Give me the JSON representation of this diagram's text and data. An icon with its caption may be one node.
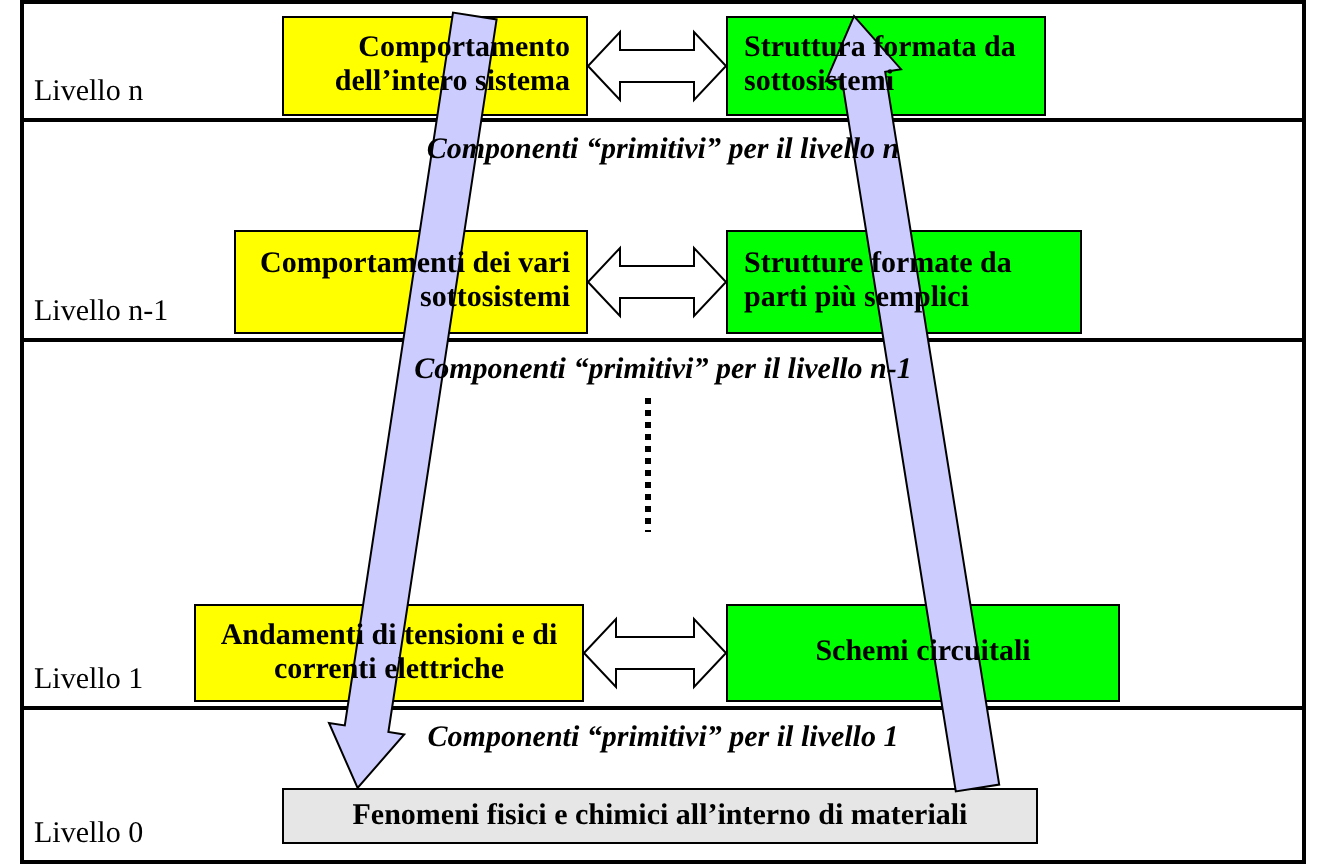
{
  "diagram": {
    "nodes": [
      {
        "text": [
          "Livello n"
        ]
      },
      {
        "text": [
          "Comportamento dell’intero sistema"
        ],
        "in": 0
      },
      {
        "text": [
          "Struttura formata da sottosistemi"
        ],
        "in": 0
      },
      {
        "text": [
          "Componenti “primitivi” per il livello n",
          "Livello n-1"
        ]
      },
      {
        "text": [
          "Comportamenti dei vari sottosistemi"
        ],
        "in": 3
      },
      {
        "text": [
          "Strutture formate da parti più semplici"
        ],
        "in": 3
      },
      {
        "text": [
          "Componenti “primitivi” per il livello n-1",
          "Livello 1"
        ]
      },
      {
        "text": [
          "Andamenti di tensioni e di correnti elettriche"
        ],
        "in": 6
      },
      {
        "text": [
          "Schemi circuitali"
        ],
        "in": 6
      },
      {
        "text": [
          "Componenti “primitivi” per il livello 1",
          "Livello 0"
        ]
      },
      {
        "text": [
          "Fenomeni fisici e chimici all’interno di materiali"
        ],
        "in": 9
      }
    ],
    "edges": [
      {
        "from": 1,
        "to": 2,
        "arrow": "both"
      },
      {
        "from": 4,
        "to": 5,
        "arrow": "both"
      },
      {
        "from": 7,
        "to": 8,
        "arrow": "both"
      },
      {
        "from": 1,
        "to": 10,
        "arrow": "to",
        "style": "thick",
        "color": "#ccccff"
      },
      {
        "from": 10,
        "to": 2,
        "arrow": "to",
        "style": "thick",
        "color": "#ccccff"
      }
    ]
  }
}
